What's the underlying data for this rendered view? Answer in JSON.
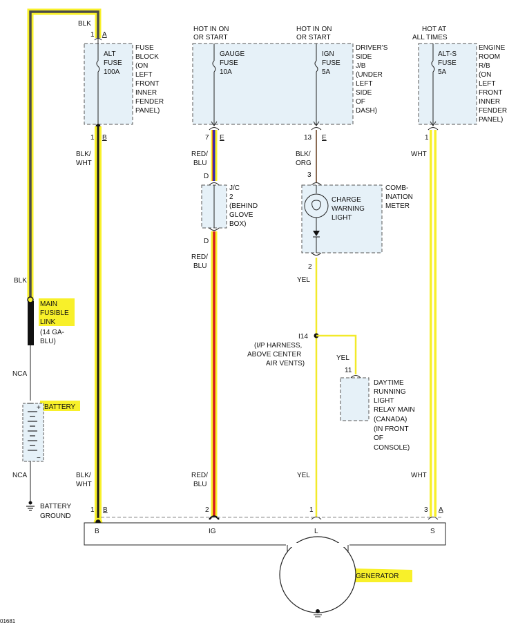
{
  "title": "",
  "wire_colors": {
    "blk": "#4a4a4a",
    "blk_wht": "#1a1a1a",
    "red_blu_red": "#d81b1b",
    "red_blu_blu": "#2a2ab8",
    "blk_org": "#8a6a52",
    "yel": "#f2ea2a",
    "wht": "#ffffff",
    "highlight": "#f8f02a"
  },
  "headers": {
    "hot_on_start_1_l1": "HOT IN ON",
    "hot_on_start_1_l2": "OR START",
    "hot_on_start_2_l1": "HOT IN ON",
    "hot_on_start_2_l2": "OR START",
    "hot_all_l1": "HOT AT",
    "hot_all_l2": "ALL TIMES"
  },
  "alt_fuse": {
    "name_l1": "ALT",
    "name_l2": "FUSE",
    "rating": "100A",
    "block_l1": "FUSE",
    "block_l2": "BLOCK",
    "block_l3": "(ON",
    "block_l4": "LEFT",
    "block_l5": "FRONT",
    "block_l6": "INNER",
    "block_l7": "FENDER",
    "block_l8": "PANEL)",
    "in_wire": "BLK",
    "in_pin": "1",
    "in_conn": "A",
    "out_pin": "1",
    "out_conn": "B"
  },
  "gauge_fuse": {
    "name_l1": "GAUGE",
    "name_l2": "FUSE",
    "rating": "10A",
    "out_pin": "7",
    "out_conn": "E"
  },
  "ign_fuse": {
    "name_l1": "IGN",
    "name_l2": "FUSE",
    "rating": "5A",
    "out_pin": "13",
    "out_conn": "E"
  },
  "driver_jb": {
    "l1": "DRIVER'S",
    "l2": "SIDE",
    "l3": "J/B",
    "l4": "(UNDER",
    "l5": "LEFT",
    "l6": "SIDE",
    "l7": "OF",
    "l8": "DASH)"
  },
  "alts_fuse": {
    "name_l1": "ALT-S",
    "name_l2": "FUSE",
    "rating": "5A",
    "out_pin": "1"
  },
  "engine_rb": {
    "l1": "ENGINE",
    "l2": "ROOM",
    "l3": "R/B",
    "l4": "(ON",
    "l5": "LEFT",
    "l6": "FRONT",
    "l7": "INNER",
    "l8": "FENDER",
    "l9": "PANEL)"
  },
  "wires": {
    "blk_wht_l1": "BLK/",
    "blk_wht_l2": "WHT",
    "red_blu_l1": "RED/",
    "red_blu_l2": "BLU",
    "blk_org_l1": "BLK/",
    "blk_org_l2": "ORG",
    "wht": "WHT",
    "yel_1": "YEL",
    "yel_2": "YEL",
    "yel_3": "YEL",
    "red_blu2_l1": "RED/",
    "red_blu2_l2": "BLU",
    "red_blu3_l1": "RED/",
    "red_blu3_l2": "BLU",
    "blk_wht3_l1": "BLK/",
    "blk_wht3_l2": "WHT",
    "wht2": "WHT",
    "blk_top": "BLK",
    "blk_mid": "BLK",
    "nca_1": "NCA",
    "nca_2": "NCA"
  },
  "jc": {
    "l1": "J/C",
    "l2": "2",
    "l3": "(BEHIND",
    "l4": "GLOVE",
    "l5": "BOX)",
    "pin_top": "D",
    "pin_bot": "D"
  },
  "meter": {
    "pin_in": "3",
    "pin_out": "2",
    "light_l1": "CHARGE",
    "light_l2": "WARNING",
    "light_l3": "LIGHT",
    "name_l1": "COMB-",
    "name_l2": "INATION",
    "name_l3": "METER"
  },
  "splice": {
    "id": "I14",
    "l1": "(I/P HARNESS,",
    "l2": "ABOVE CENTER",
    "l3": "AIR VENTS)"
  },
  "drl": {
    "pin": "11",
    "l1": "DAYTIME",
    "l2": "RUNNING",
    "l3": "LIGHT",
    "l4": "RELAY MAIN",
    "l5": "(CANADA)",
    "l6": "(IN FRONT",
    "l7": "OF",
    "l8": "CONSOLE)"
  },
  "fusible_link": {
    "l1": "MAIN",
    "l2": "FUSIBLE",
    "l3": "LINK",
    "l4": "(14 GA-",
    "l5": "BLU)"
  },
  "battery": {
    "label": "BATTERY",
    "plus": "+",
    "minus": "−"
  },
  "battery_ground": {
    "l1": "BATTERY",
    "l2": "GROUND"
  },
  "generator": {
    "label": "GENERATOR",
    "pin_b": "1",
    "conn_b": "B",
    "pin_ig": "2",
    "pin_l": "1",
    "pin_s": "3",
    "conn_s": "A",
    "term_b": "B",
    "term_ig": "IG",
    "term_l": "L",
    "term_s": "S"
  },
  "figure_id": "01681"
}
